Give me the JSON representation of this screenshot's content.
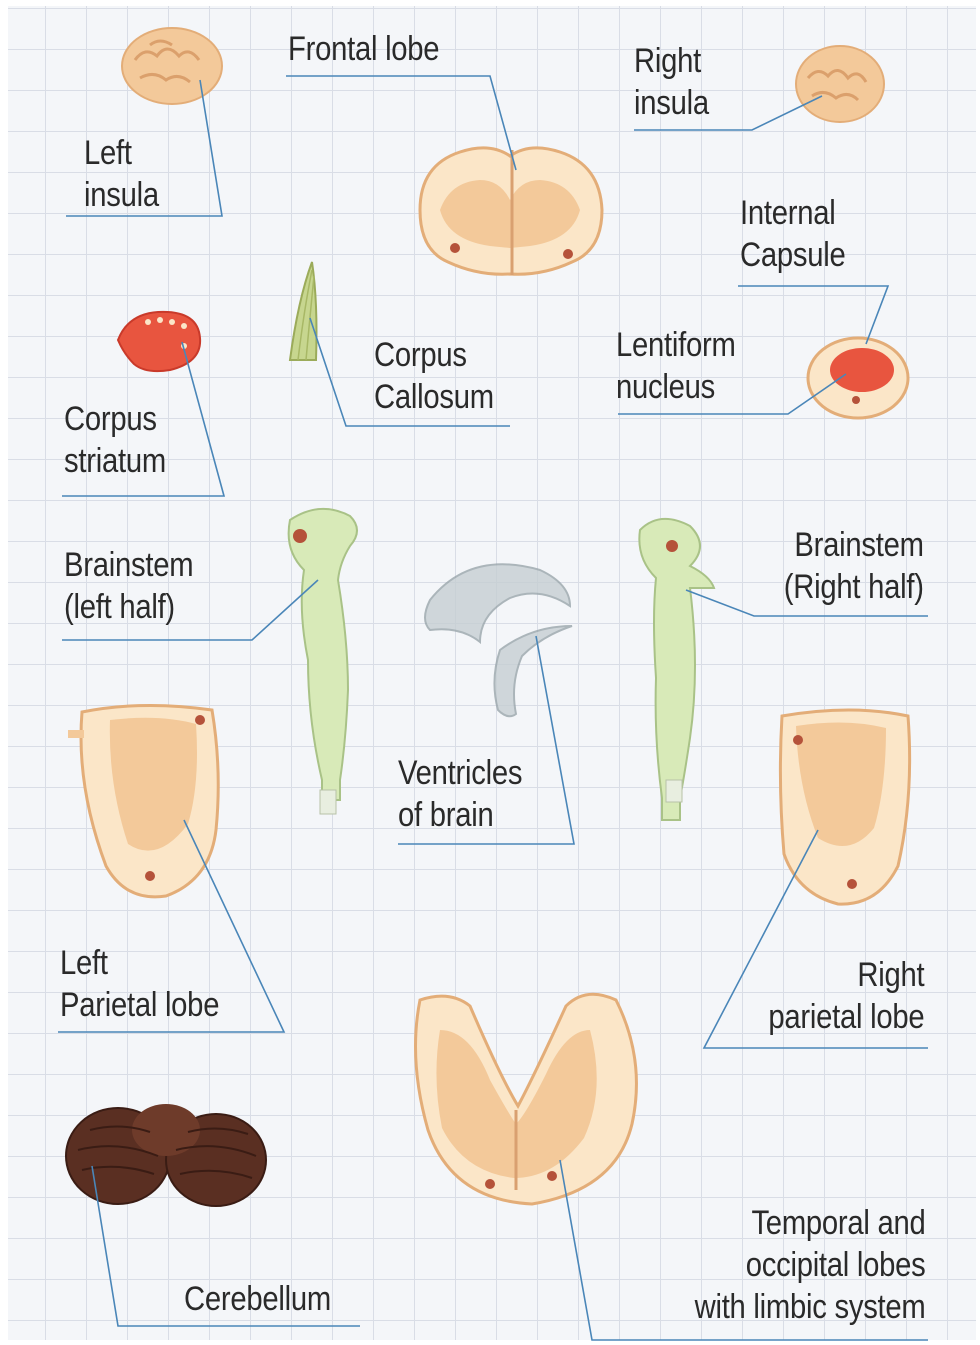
{
  "labels": {
    "frontal_lobe": "Frontal lobe",
    "right_insula": "Right\ninsula",
    "left_insula": "Left\ninsula",
    "internal_capsule": "Internal\nCapsule",
    "corpus_callosum": "Corpus\nCallosum",
    "lentiform_nucleus": "Lentiform\nnucleus",
    "corpus_striatum": "Corpus\nstriatum",
    "brainstem_left": "Brainstem\n(left half)",
    "brainstem_right": "Brainstem\n(Right half)",
    "ventricles": "Ventricles\nof brain",
    "left_parietal": "Left\nParietal lobe",
    "right_parietal": "Right\nparietal lobe",
    "temporal_occipital": "Temporal and\noccipital lobes\nwith limbic system",
    "cerebellum": "Cerebellum"
  },
  "colors": {
    "leader_line": "#4a86b8",
    "grid": "#d9dde6",
    "paper": "#f4f6f9",
    "model_tan": "#f3c99a",
    "model_cream": "#fbe6c8",
    "model_red": "#e8553f",
    "model_green": "#d8eab8",
    "model_brown": "#5a2f22",
    "ventricle_gray": "#b9c3c8"
  }
}
